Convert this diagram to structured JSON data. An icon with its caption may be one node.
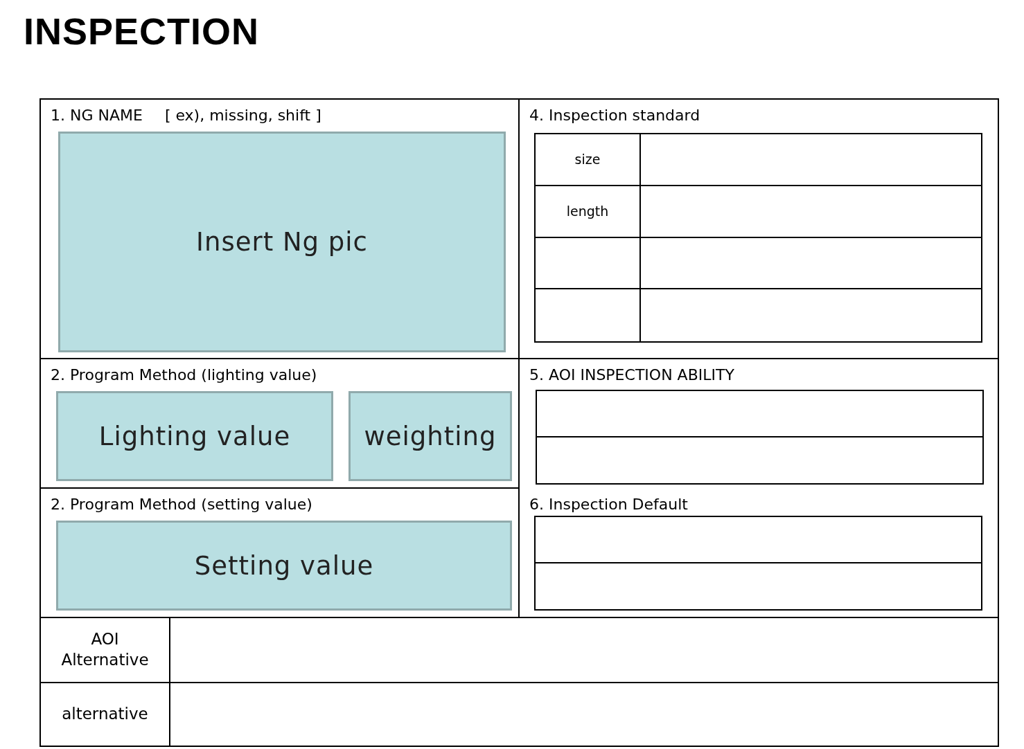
{
  "diagram": {
    "title": "INSPECTION",
    "nodes": [
      {
        "text": [
          "1. NG NAME",
          "[ ex), missing, shift ]"
        ]
      },
      {
        "text": [
          "Insert Ng pic"
        ],
        "in": 0
      },
      {
        "text": [
          "4. Inspection standard"
        ]
      },
      {
        "text": [
          "2. Program Method (lighting value)"
        ]
      },
      {
        "text": [
          "Lighting value"
        ],
        "in": 3
      },
      {
        "text": [
          "weighting"
        ],
        "in": 3
      },
      {
        "text": [
          "5. AOI INSPECTION ABILITY"
        ]
      },
      {
        "text": [
          "2. Program Method (setting value)"
        ]
      },
      {
        "text": [
          "Setting value"
        ],
        "in": 7
      },
      {
        "text": [
          "6. Inspection Default"
        ]
      }
    ],
    "labels": [
      "size",
      "length",
      "AOI Alternative",
      "alternative"
    ]
  }
}
